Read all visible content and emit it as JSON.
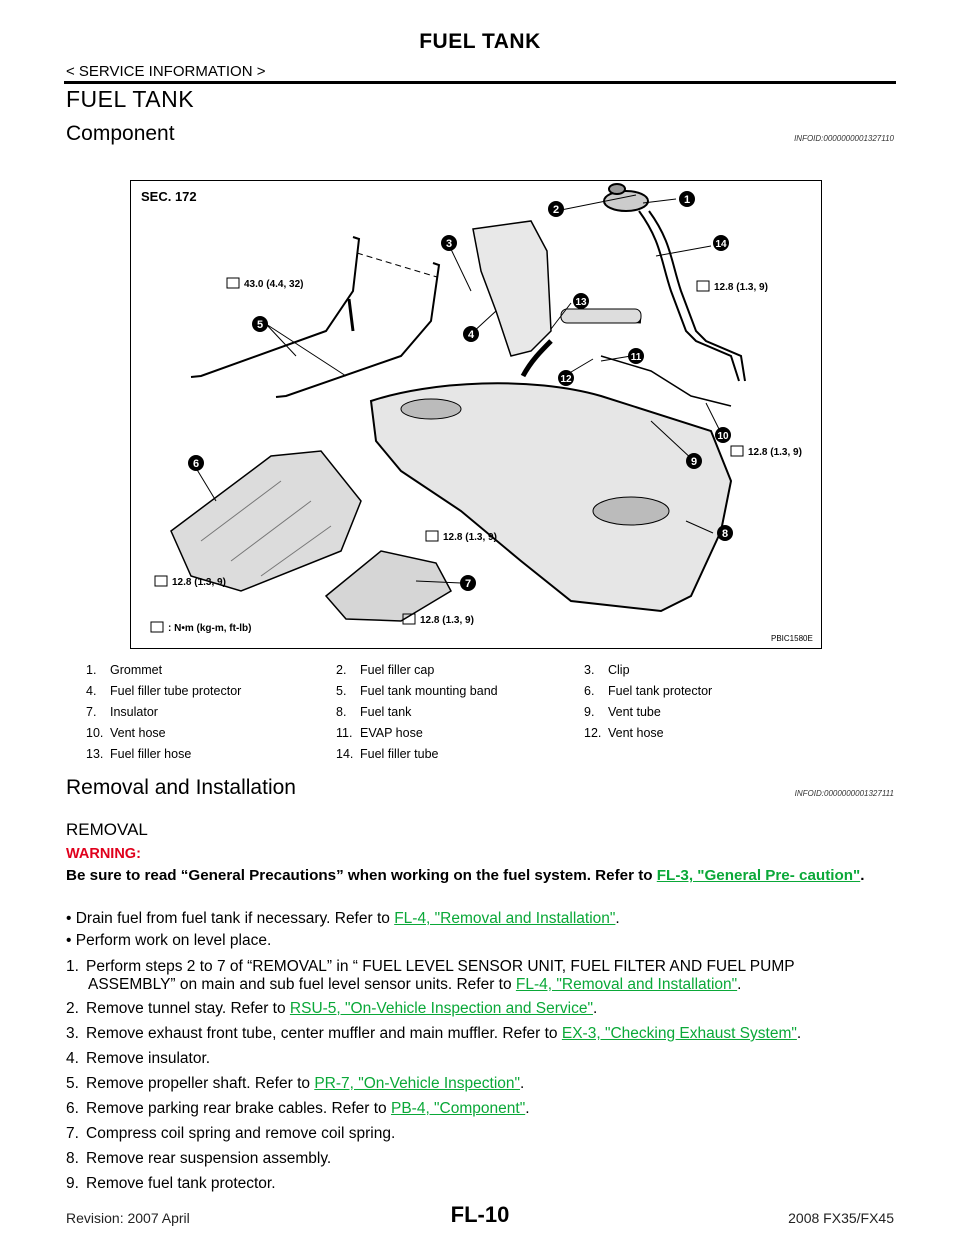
{
  "header": {
    "title": "FUEL TANK",
    "breadcrumb": "< SERVICE INFORMATION >"
  },
  "page_title": "FUEL TANK",
  "component": {
    "heading": "Component",
    "infoid": "INFOID:0000000001327110"
  },
  "figure": {
    "section": "SEC. 172",
    "code": "PBIC1580E",
    "units": ": N•m (kg-m, ft-lb)",
    "torques": [
      "43.0 (4.4, 32)",
      "12.8 (1.3, 9)",
      "12.8 (1.3, 9)",
      "12.8 (1.3, 9)",
      "12.8 (1.3, 9)",
      "12.8 (1.3, 9)"
    ],
    "callouts": [
      "1",
      "2",
      "3",
      "4",
      "5",
      "6",
      "7",
      "8",
      "9",
      "10",
      "11",
      "12",
      "13",
      "14"
    ]
  },
  "legend": [
    [
      "1.",
      "Grommet",
      "2.",
      "Fuel filler cap",
      "3.",
      "Clip"
    ],
    [
      "4.",
      "Fuel filler tube protector",
      "5.",
      "Fuel tank mounting band",
      "6.",
      "Fuel tank protector"
    ],
    [
      "7.",
      "Insulator",
      "8.",
      "Fuel tank",
      "9.",
      "Vent tube"
    ],
    [
      "10.",
      "Vent hose",
      "11.",
      "EVAP hose",
      "12.",
      "Vent hose"
    ],
    [
      "13.",
      "Fuel filler hose",
      "14.",
      "Fuel filler tube",
      "",
      ""
    ]
  ],
  "removal_install": {
    "heading": "Removal and Installation",
    "infoid": "INFOID:0000000001327111"
  },
  "removal": {
    "heading": "REMOVAL",
    "warning_label": "WARNING:",
    "warning_text": "Be sure to read “General Precautions” when working on the fuel system. Refer to ",
    "warning_link": "FL-3, \"General Pre- caution\"",
    "warning_end": ".",
    "bullets": [
      {
        "text": "• Drain fuel from fuel tank if necessary. Refer to ",
        "link": "FL-4, \"Removal and Installation\"",
        "end": "."
      },
      {
        "text": "• Perform work on level place.",
        "link": "",
        "end": ""
      }
    ],
    "steps": [
      {
        "n": "1.",
        "text": "Perform steps 2 to 7 of “REMOVAL” in “ FUEL LEVEL SENSOR UNIT, FUEL FILTER AND FUEL PUMP",
        "cont": "ASSEMBLY” on main and sub fuel level sensor units. Refer to ",
        "link": "FL-4, \"Removal and Installation\"",
        "end": "."
      },
      {
        "n": "2.",
        "text": "Remove tunnel stay. Refer to ",
        "cont": "",
        "link": "RSU-5, \"On-Vehicle Inspection and Service\"",
        "end": "."
      },
      {
        "n": "3.",
        "text": "Remove exhaust front tube, center muffler and main muffler. Refer to ",
        "cont": "",
        "link": "EX-3, \"Checking Exhaust System\"",
        "end": "."
      },
      {
        "n": "4.",
        "text": "Remove insulator.",
        "cont": "",
        "link": "",
        "end": ""
      },
      {
        "n": "5.",
        "text": "Remove propeller shaft. Refer to ",
        "cont": "",
        "link": "PR-7, \"On-Vehicle Inspection\"",
        "end": "."
      },
      {
        "n": "6.",
        "text": "Remove parking rear brake cables. Refer to ",
        "cont": "",
        "link": "PB-4, \"Component\"",
        "end": "."
      },
      {
        "n": "7.",
        "text": "Compress coil spring and remove coil spring.",
        "cont": "",
        "link": "",
        "end": ""
      },
      {
        "n": "8.",
        "text": "Remove rear suspension assembly.",
        "cont": "",
        "link": "",
        "end": ""
      },
      {
        "n": "9.",
        "text": "Remove fuel tank protector.",
        "cont": "",
        "link": "",
        "end": ""
      }
    ]
  },
  "footer": {
    "revision": "Revision: 2007 April",
    "page": "FL-10",
    "model": "2008 FX35/FX45"
  }
}
